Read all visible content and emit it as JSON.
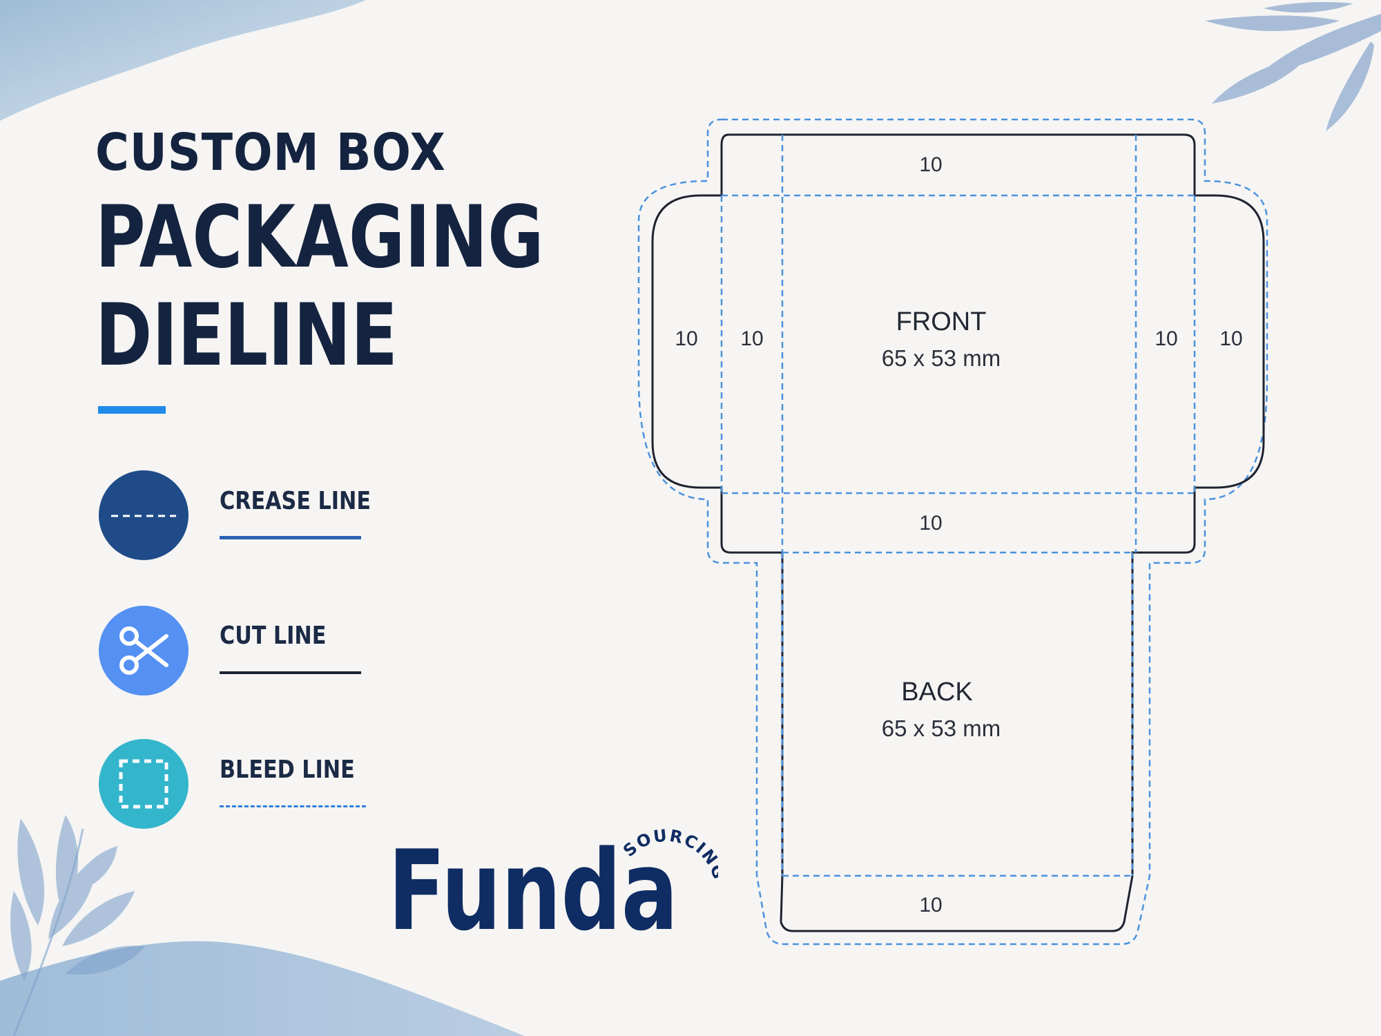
{
  "title": {
    "line1": "CUSTOM BOX",
    "line2": "PACKAGING",
    "line3": "DIELINE"
  },
  "legend": [
    {
      "label": "CREASE LINE",
      "icon": "dashed-line-icon",
      "color": "#1f4b89"
    },
    {
      "label": "CUT LINE",
      "icon": "scissors-icon",
      "color": "#5590f3"
    },
    {
      "label": "BLEED LINE",
      "icon": "dashed-square-icon",
      "color": "#33b6cc"
    }
  ],
  "logo": {
    "wordmark": "Funda",
    "tagline": "SOURCING",
    "color": "#0f2c63"
  },
  "dieline": {
    "top_flap": "10",
    "left_outer_flap": "10",
    "left_inner_flap": "10",
    "right_inner_flap": "10",
    "right_outer_flap": "10",
    "front_label": "FRONT",
    "front_size": "65 x 53 mm",
    "bottom_flap": "10",
    "back_label": "BACK",
    "back_size": "65 x 53 mm",
    "tuck_flap": "10",
    "crease_color": "#4a92de",
    "cut_color": "#1f2330"
  }
}
